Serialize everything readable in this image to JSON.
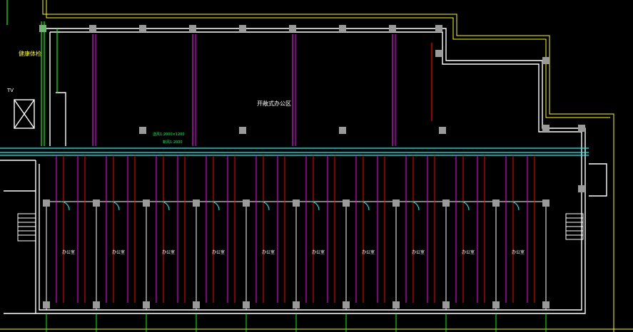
{
  "drawing": {
    "colors": {
      "background": "#000000",
      "wall": "#ffffff",
      "outline": "#ffff00",
      "corridor": "#00ffff",
      "green_line": "#00ff00",
      "magenta_line": "#ff00ff",
      "red_line": "#ff0000",
      "column": "#9a9a9a",
      "tag_green": "#00ff66"
    },
    "labels": {
      "open_office": "开敞式办公区",
      "lift_room": "健康体检",
      "tv": "TV",
      "duct_tag_1": "送风1:2000×1200",
      "duct_tag_2": "新风1:2000",
      "office_room": "办公室"
    },
    "office_room_count": 10
  }
}
